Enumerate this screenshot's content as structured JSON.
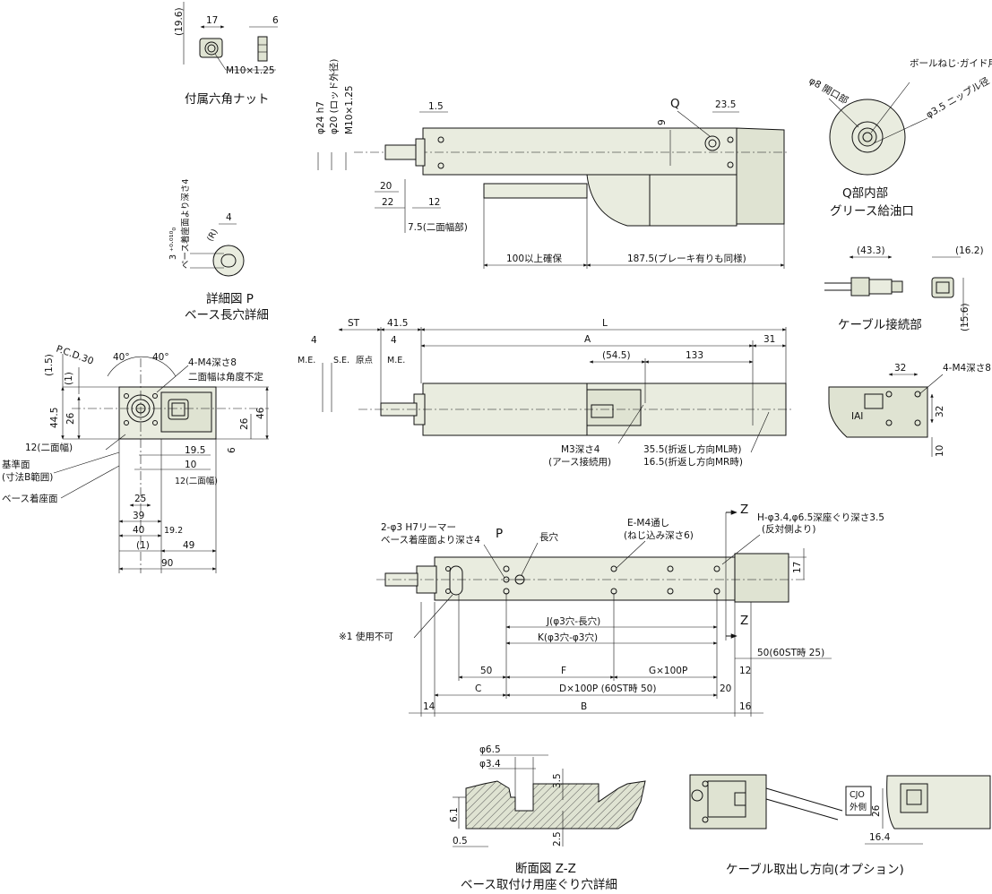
{
  "nut": {
    "dim_19_6": "(19.6)",
    "dim_17": "17",
    "dim_6": "6",
    "thread": "M10×1.25",
    "caption": "付属六角ナット"
  },
  "detail_p": {
    "tol": "3 ⁺⁰·⁰¹⁰₀",
    "depth": "ベース着座面より深さ4",
    "r_label": "(R)",
    "dim_4": "4",
    "caption1": "詳細図 P",
    "caption2": "ベース長穴詳細"
  },
  "top_view": {
    "d24": "φ24 h7",
    "d20": "φ20 (ロッド外径)",
    "thread": "M10×1.25",
    "q": "Q",
    "dim_23_5": "23.5",
    "dim_9": "9",
    "dim_1_5": "1.5",
    "dim_20": "20",
    "dim_22": "22",
    "dim_12": "12",
    "dim_7_5": "7.5(二面幅部)",
    "dim_100": "100以上確保",
    "dim_187_5": "187.5(ブレーキ有りも同様)"
  },
  "q_view": {
    "d8": "φ8 開口部",
    "nipple": "ボールねじ·ガイド用 グリースニップル",
    "d3_5": "φ3.5 ニップル径",
    "caption1": "Q部内部",
    "caption2": "グリース給油口"
  },
  "cable_conn": {
    "dim_43_3": "(43.3)",
    "dim_16_2": "(16.2)",
    "dim_15_6": "(15.6)",
    "caption": "ケーブル接続部"
  },
  "side_view": {
    "st": "ST",
    "dim_41_5": "41.5",
    "l": "L",
    "dim_4a": "4",
    "dim_4b": "4",
    "a": "A",
    "dim_31": "31",
    "me1": "M.E.",
    "se": "S.E.",
    "origin": "原点",
    "me2": "M.E.",
    "dim_54_5": "(54.5)",
    "dim_133": "133",
    "m3": "M3深さ4",
    "earth": "(アース接続用)",
    "dim_35_5": "35.5(折返し方向ML時)",
    "dim_16_5": "16.5(折返し方向MR時)"
  },
  "end_view": {
    "pcd": "P.C.D.30",
    "ang1": "40°",
    "ang2": "40°",
    "m4": "4-M4深さ8",
    "nian": "二面幅は角度不定",
    "dim_1_5": "(1.5)",
    "dim_1": "(1)",
    "dim_44_5": "44.5",
    "dim_26": "26",
    "dim_26b": "26",
    "dim_46": "46",
    "dim_6": "6",
    "dim_12": "12(二面幅)",
    "dim_19_5": "19.5",
    "dim_10": "10",
    "dim_12b": "12(二面幅)",
    "ref1": "基準面",
    "ref2": "(寸法B範囲)",
    "seat": "ベース着座面",
    "dim_25": "25",
    "dim_39": "39",
    "dim_40": "40",
    "dim_19_2": "19.2",
    "dim_1b": "(1)",
    "dim_49": "49",
    "dim_90": "90"
  },
  "rear_view": {
    "dim_32": "32",
    "m4": "4-M4深さ8",
    "dim_32b": "32",
    "dim_10": "10"
  },
  "bottom_view": {
    "reamer": "2-φ3 H7リーマー",
    "reamer2": "ベース着座面より深さ4",
    "p": "P",
    "slot": "長穴",
    "em4": "E-M4通し",
    "em4b": "(ねじ込み深さ6)",
    "z1": "Z",
    "z2": "Z",
    "h": "H-φ3.4,φ6.5深座ぐり深さ3.5",
    "h2": "(反対側より)",
    "dim_17": "17",
    "unused": "※1 使用不可",
    "j": "J(φ3穴-長穴)",
    "k": "K(φ3穴-φ3穴)",
    "dim_50_60": "50(60ST時 25)",
    "dim_50": "50",
    "f": "F",
    "g": "G×100P",
    "dim_12": "12",
    "c": "C",
    "d": "D×100P (60ST時 50)",
    "dim_20": "20",
    "dim_14": "14",
    "b": "B",
    "dim_16": "16"
  },
  "section": {
    "d6_5": "φ6.5",
    "d3_4": "φ3.4",
    "dim_3_5": "3.5",
    "dim_6_1": "6.1",
    "dim_2_5": "2.5",
    "dim_0_5": "0.5",
    "caption1": "断面図 Z-Z",
    "caption2": "ベース取付け用座ぐり穴詳細"
  },
  "cable_exit": {
    "cjo1": "CJO",
    "cjo2": "外側",
    "dim_26": "26",
    "dim_16_4": "16.4",
    "caption": "ケーブル取出し方向(オプション)"
  }
}
